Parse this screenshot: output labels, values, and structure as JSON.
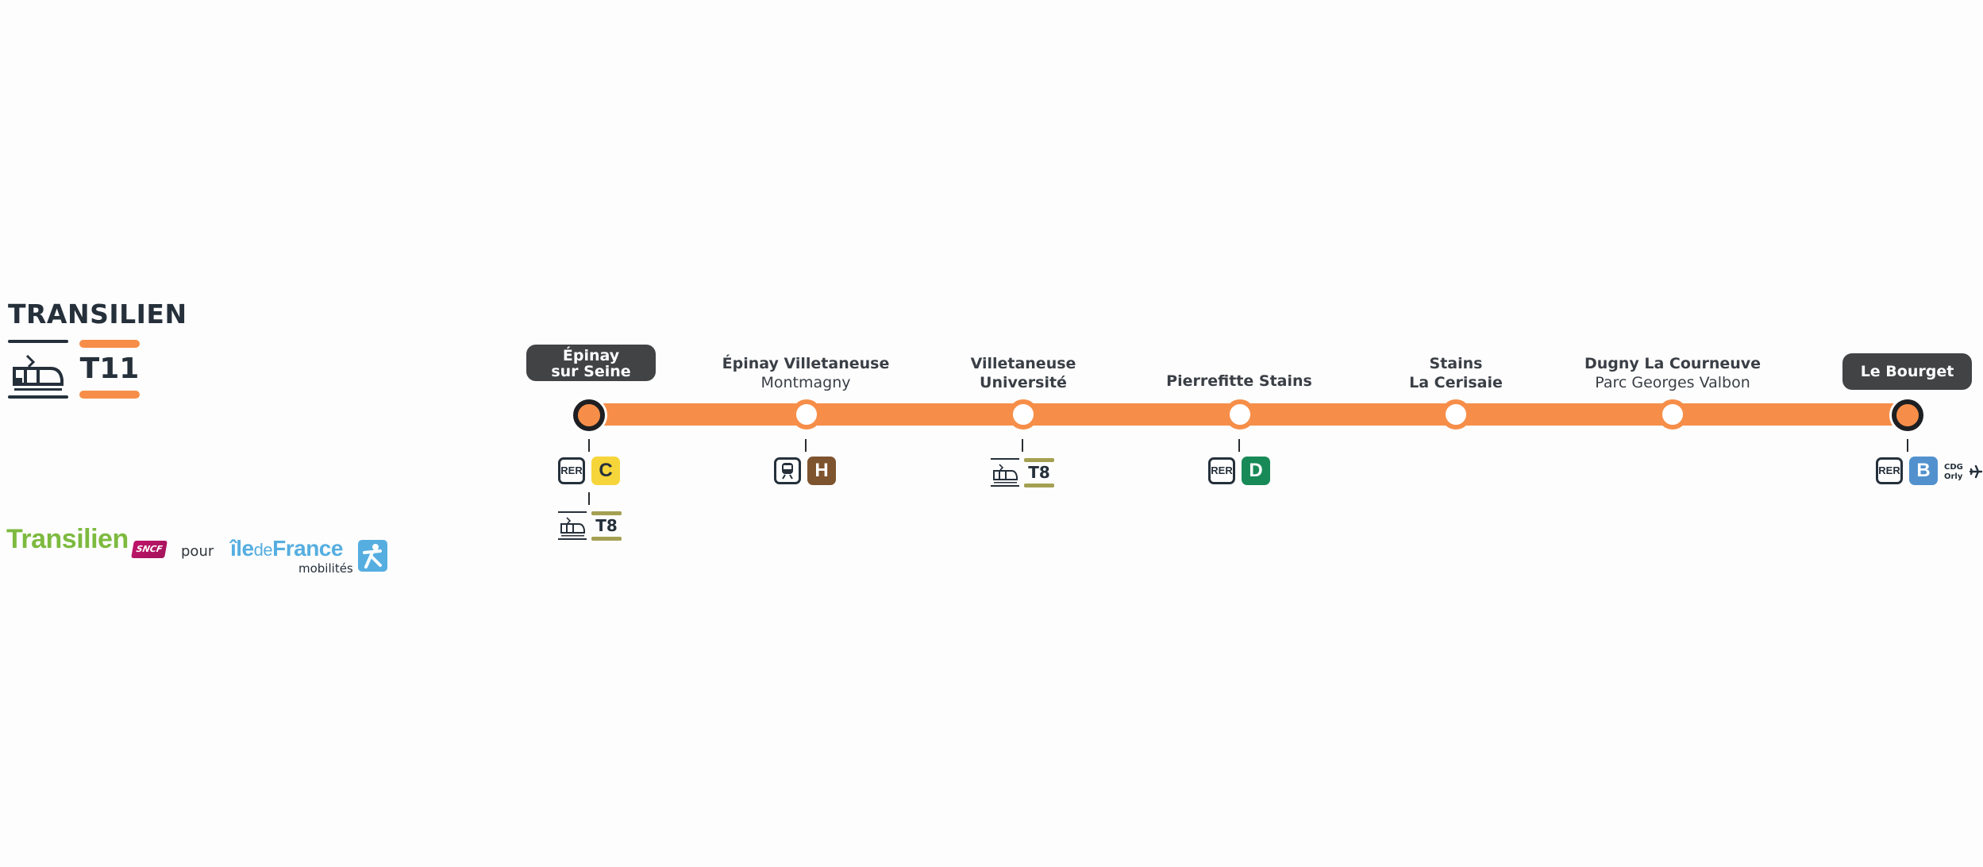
{
  "header": {
    "network": "TRANSILIEN",
    "mode_icon": "tram-icon",
    "line": {
      "code": "T11",
      "color": "#f68e49"
    }
  },
  "footer": {
    "operator_logo": "Transilien",
    "operator_sub": "SNCF",
    "connector": "pour",
    "authority_logo": {
      "part1": "île",
      "part2": "de",
      "part3": "France",
      "sub": "mobilités"
    }
  },
  "line_color": "#f68e49",
  "stations": [
    {
      "name_line1": "Épinay",
      "name_line2": "sur Seine",
      "terminus": true,
      "connections": [
        {
          "mode": "RER",
          "code": "C",
          "color": "#f6d53a",
          "text_color": "#25303b"
        },
        {
          "mode": "Tram",
          "code": "T8",
          "color": "#a4a052"
        }
      ]
    },
    {
      "name_line1": "Épinay Villetaneuse",
      "name_line2": "Montmagny",
      "terminus": false,
      "connections": [
        {
          "mode": "Train",
          "code": "H",
          "color": "#7e542f",
          "text_color": "#ffffff"
        }
      ]
    },
    {
      "name_line1": "Villetaneuse",
      "name_line2": "Université",
      "terminus": false,
      "connections": [
        {
          "mode": "Tram",
          "code": "T8",
          "color": "#a4a052"
        }
      ]
    },
    {
      "name_line1": "Pierrefitte Stains",
      "name_line2": "",
      "terminus": false,
      "connections": [
        {
          "mode": "RER",
          "code": "D",
          "color": "#188a58",
          "text_color": "#ffffff"
        }
      ]
    },
    {
      "name_line1": "Stains",
      "name_line2": "La Cerisaie",
      "terminus": false,
      "connections": []
    },
    {
      "name_line1": "Dugny La Courneuve",
      "name_line2": "Parc Georges Valbon",
      "terminus": false,
      "connections": []
    },
    {
      "name_line1": "Le Bourget",
      "name_line2": "",
      "terminus": true,
      "connections": [
        {
          "mode": "RER",
          "code": "B",
          "color": "#5291ce",
          "text_color": "#ffffff"
        }
      ],
      "airports": {
        "line1": "CDG",
        "line2": "Orly",
        "icon": "plane-icon"
      }
    }
  ],
  "labels": {
    "rer": "RER"
  }
}
